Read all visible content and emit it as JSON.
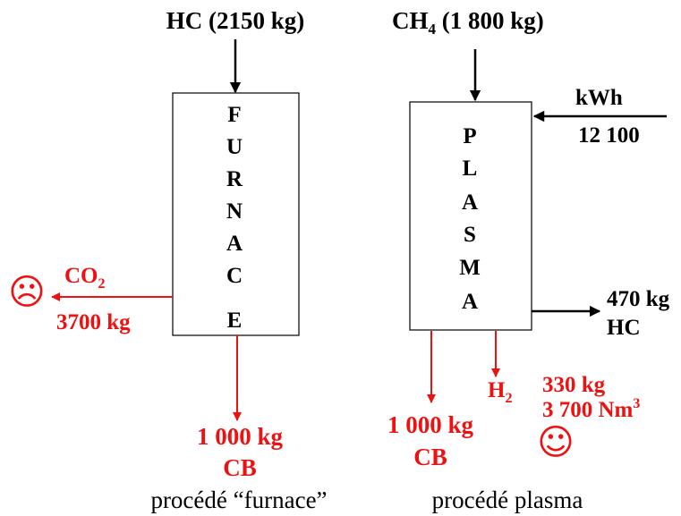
{
  "colors": {
    "black": "#000000",
    "red": "#ee1111",
    "box_fill": "#ffffff"
  },
  "furnace": {
    "input_label": "HC (2150 kg)",
    "letters": [
      "F",
      "U",
      "R",
      "N",
      "A",
      "C",
      "E"
    ],
    "co2_label": "CO",
    "co2_sub": "2",
    "co2_mass": "3700 kg",
    "sad_face": "☹",
    "cb_mass": "1 000 kg",
    "cb_label": "CB",
    "caption": "procédé “furnace”"
  },
  "plasma": {
    "input_label": "CH",
    "input_sub": "4",
    "input_mass": " (1 800 kg)",
    "energy_unit": "kWh",
    "energy_value": "12 100",
    "letters": [
      "P",
      "L",
      "A",
      "S",
      "M",
      "A"
    ],
    "hc_mass": "470 kg",
    "hc_label": "HC",
    "cb_mass": "1 000 kg",
    "cb_label": "CB",
    "h2_label": "H",
    "h2_sub": "2",
    "h2_mass": "330 kg",
    "h2_volume": "3 700 Nm",
    "h2_volume_sup": "3",
    "happy_face": "☺",
    "caption": "procédé plasma"
  }
}
